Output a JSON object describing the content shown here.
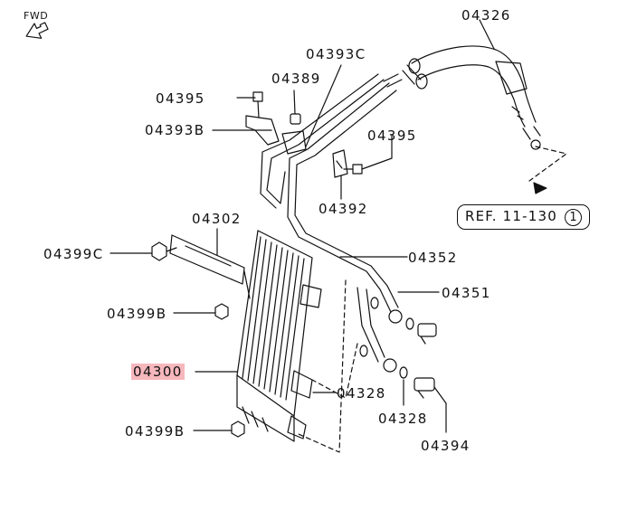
{
  "fwd_label": "FWD",
  "reference": {
    "text": "REF. 11-130",
    "circled_number": "1"
  },
  "part_labels": [
    {
      "id": "04326",
      "text": "04326"
    },
    {
      "id": "04393C",
      "text": "04393C"
    },
    {
      "id": "04389",
      "text": "04389"
    },
    {
      "id": "04395-top",
      "text": "04395"
    },
    {
      "id": "04393B",
      "text": "04393B"
    },
    {
      "id": "04395-right",
      "text": "04395"
    },
    {
      "id": "04392",
      "text": "04392"
    },
    {
      "id": "04302",
      "text": "04302"
    },
    {
      "id": "04399C",
      "text": "04399C"
    },
    {
      "id": "04352",
      "text": "04352"
    },
    {
      "id": "04351",
      "text": "04351"
    },
    {
      "id": "04399B-upper",
      "text": "04399B"
    },
    {
      "id": "04300",
      "text": "04300",
      "highlighted": true
    },
    {
      "id": "04328-left",
      "text": "04328"
    },
    {
      "id": "04328-right",
      "text": "04328"
    },
    {
      "id": "04399B-lower",
      "text": "04399B"
    },
    {
      "id": "04394",
      "text": "04394"
    }
  ],
  "colors": {
    "highlight": "#f6b7bd",
    "line": "#111111"
  }
}
